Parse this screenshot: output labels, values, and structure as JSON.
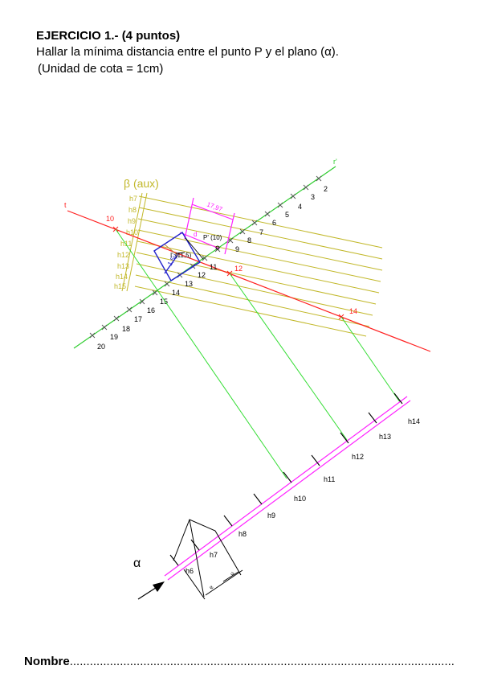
{
  "header": {
    "title": "EJERCICIO 1.- (4 puntos)",
    "statement": "Hallar la mínima distancia entre el punto P y el plano (α).",
    "units": "(Unidad de cota = 1cm)"
  },
  "footer": {
    "name_label": "Nombre",
    "name_dots": "..................................................................................................................."
  },
  "colors": {
    "line_r": "#2ecc2e",
    "line_t": "#ff2020",
    "plane_beta": "#c2b82a",
    "magenta": "#ff22ff",
    "blue": "#2222cc",
    "green_proj": "#33dd33",
    "black": "#000000"
  },
  "labels": {
    "beta_aux": "β  (aux)",
    "r_prime": "r'",
    "t": "t",
    "alpha": "α",
    "point_p": "P' (10)",
    "point_i": "I' (11,5)",
    "dim_1797": "17,97",
    "dim_15u": "1,5u",
    "dim_d": "d",
    "dim_10": "10",
    "dim_e": "e",
    "dim_u": "u",
    "beta_h": [
      "h7",
      "h8",
      "h9",
      "h10",
      "h11",
      "h12",
      "h13",
      "h14",
      "h15"
    ],
    "r_nums": [
      "2",
      "3",
      "4",
      "5",
      "6",
      "7",
      "8",
      "9",
      "11",
      "12",
      "13",
      "14",
      "15",
      "16",
      "17",
      "18",
      "19",
      "20"
    ],
    "t_nums": [
      "10",
      "12",
      "14"
    ],
    "alpha_h": [
      "h6",
      "h7",
      "h8",
      "h9",
      "h10",
      "h11",
      "h12",
      "h13",
      "h14"
    ]
  }
}
